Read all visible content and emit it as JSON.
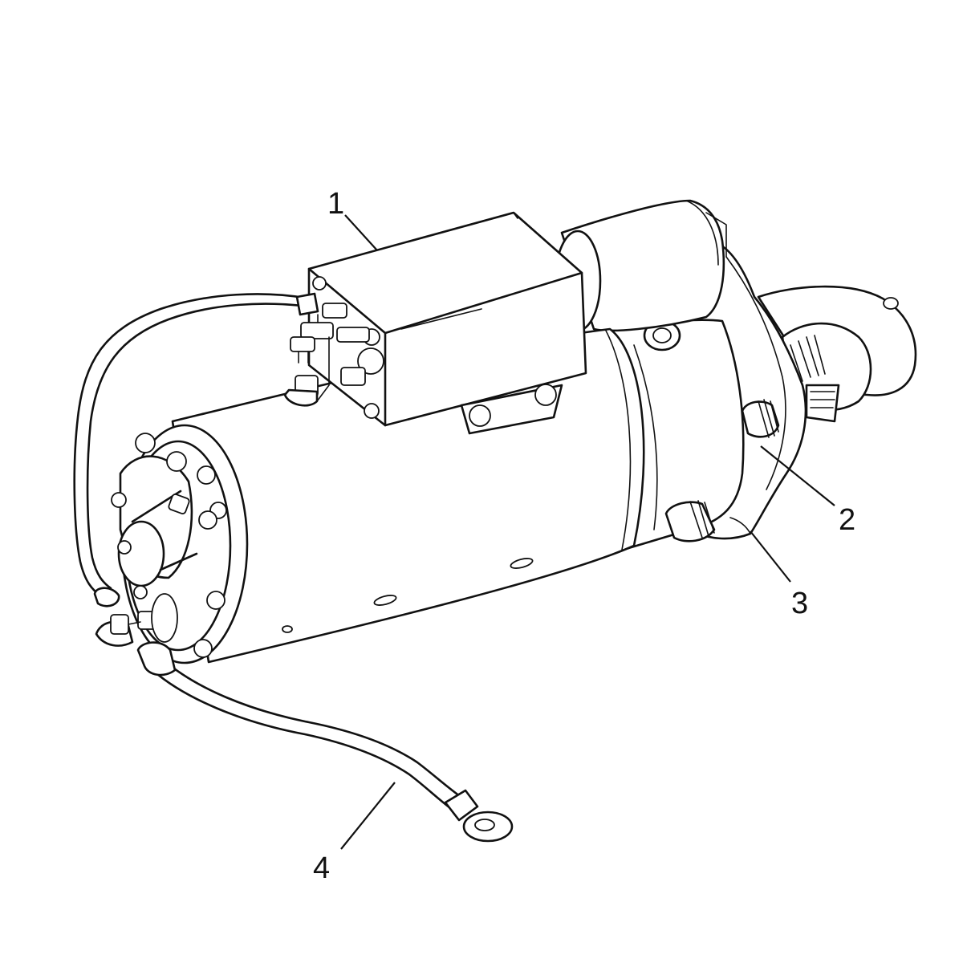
{
  "diagram": {
    "subject": "starter-motor-assembly",
    "callouts": [
      {
        "id": "callout-1",
        "label": "1",
        "part": "solenoid"
      },
      {
        "id": "callout-2",
        "label": "2",
        "part": "mounting-stud"
      },
      {
        "id": "callout-3",
        "label": "3",
        "part": "drive-end-housing"
      },
      {
        "id": "callout-4",
        "label": "4",
        "part": "ground-cable"
      }
    ],
    "colors": {
      "line": "#111111",
      "background": "#ffffff"
    }
  }
}
